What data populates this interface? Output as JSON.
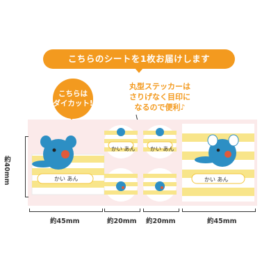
{
  "banner": {
    "text": "こちらのシートを1枚お届けします"
  },
  "bubble": {
    "line1": "こちらは",
    "line2": "ダイカット!"
  },
  "callout": {
    "line1": "丸型ステッカーは",
    "line2": "さりげなく目印に",
    "line3": "なるので便利♪"
  },
  "sticker_name": "かい あん",
  "dimensions": {
    "height_label": "約40mm",
    "widths": [
      "約45mm",
      "約20mm",
      "約20mm",
      "約45mm"
    ]
  },
  "colors": {
    "accent": "#f39a1f",
    "stripe": "#f8e58a",
    "sheet": "#fbeaea",
    "character": "#2d8fc4"
  }
}
